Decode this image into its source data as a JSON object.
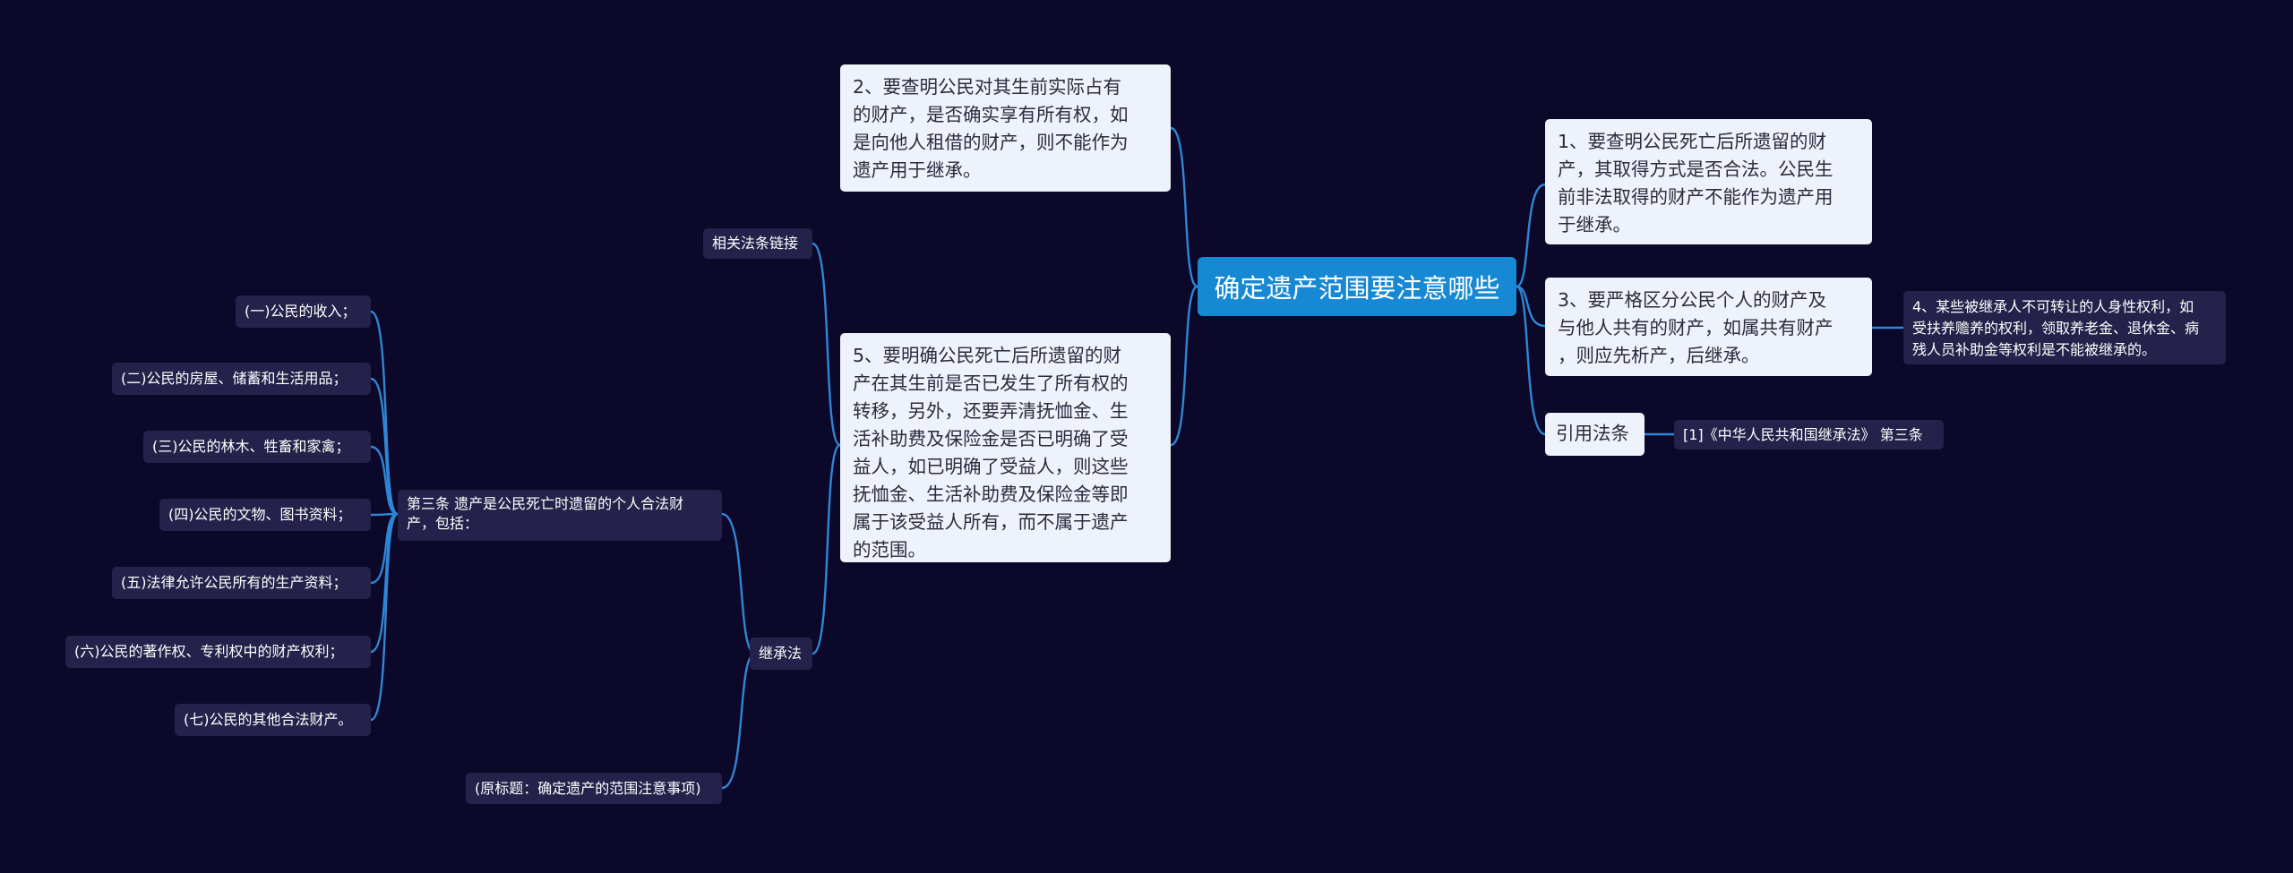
{
  "root": {
    "label": "确定遗产范围要注意哪些"
  },
  "right_nodes": {
    "n1": "1、要查明公民死亡后所遗留的财\n产，其取得方式是否合法。公民生\n前非法取得的财产不能作为遗产用\n于继承。",
    "n3": "3、要严格区分公民个人的财产及\n与他人共有的财产，如属共有财产\n，则应先析产，后继承。",
    "n4": "4、某些被继承人不可转让的人身性权利，如\n受扶养赡养的权利，领取养老金、退休金、病\n残人员补助金等权利是不能被继承的。",
    "law_ref": "引用法条",
    "law_ref_item": "[1]《中华人民共和国继承法》 第三条"
  },
  "left_nodes": {
    "n2": "2、要查明公民对其生前实际占有\n的财产，是否确实享有所有权，如\n是向他人租借的财产，则不能作为\n遗产用于继承。",
    "n5": "5、要明确公民死亡后所遗留的财\n产在其生前是否已发生了所有权的\n转移，另外，还要弄清抚恤金、生\n活补助费及保险金是否已明确了受\n益人，如已明确了受益人，则这些\n抚恤金、生活补助费及保险金等即\n属于该受益人所有，而不属于遗产\n的范围。",
    "related": "相关法条链接",
    "inheritance_law": "继承法",
    "article3": "第三条 遗产是公民死亡时遗留的个人合法财\n产，包括：",
    "original_title": "(原标题：确定遗产的范围注意事项)",
    "items": [
      "(一)公民的收入；",
      "(二)公民的房屋、储蓄和生活用品；",
      "(三)公民的林木、牲畜和家禽；",
      "(四)公民的文物、图书资料；",
      "(五)法律允许公民所有的生产资料；",
      "(六)公民的著作权、专利权中的财产权利；",
      "(七)公民的其他合法财产。"
    ]
  },
  "colors": {
    "background": "#0b0829",
    "root": "#1688d4",
    "connector": "#2f86d6",
    "card": "#eef2fb",
    "small": "#24224a"
  }
}
